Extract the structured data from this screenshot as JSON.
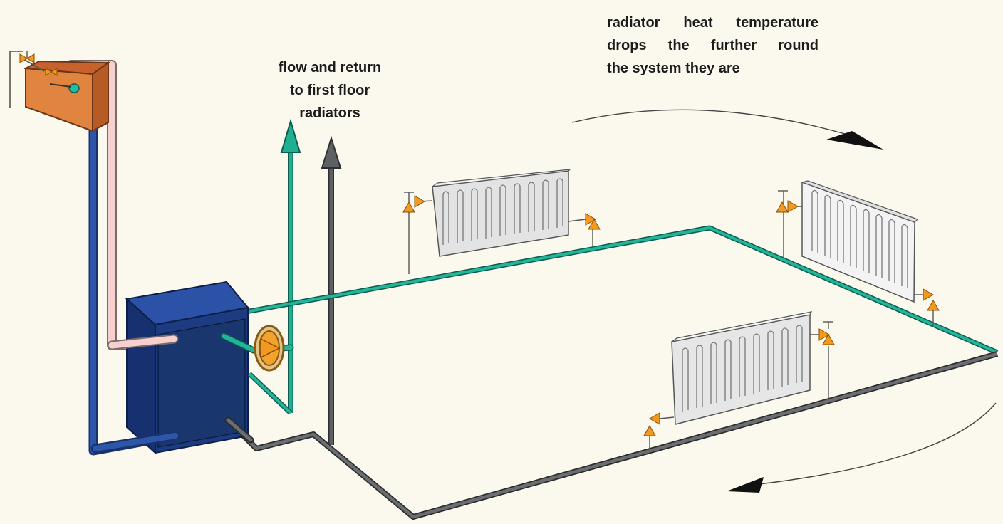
{
  "labels": {
    "flow_return": {
      "lines": [
        "flow and return",
        "to first floor",
        "radiators"
      ]
    },
    "temperature_drop": {
      "lines": [
        "radiator heat temperature",
        "drops the further round",
        "the system they are"
      ]
    }
  },
  "colors": {
    "background": "#fbf8ee",
    "flow_pipe": "#1aa58c",
    "return_pipe": "#57595b",
    "feed_pipe": "#2b4f9e",
    "vent_pipe": "#f2c4c4",
    "boiler": "#1f3f85",
    "tank": "#dc7a3d",
    "valve": "#f29a1f",
    "radiator": "#eeeeee"
  }
}
